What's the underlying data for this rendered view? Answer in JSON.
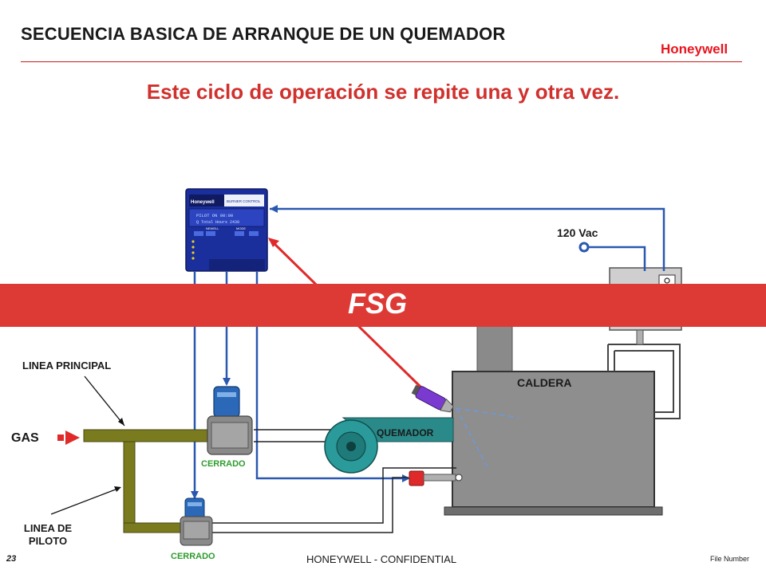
{
  "header": {
    "title": "SECUENCIA BASICA DE ARRANQUE DE UN QUEMADOR",
    "brand": "Honeywell"
  },
  "subtitle": "Este ciclo de operación se repite una y otra vez.",
  "controller": {
    "brand": "Honeywell",
    "panel_label": "BURNER CONTROL",
    "display_line1": "PILOT   ON   00:00",
    "display_line2": "Q Total Hours   2430",
    "button_left": "NEWELL",
    "button_right": "MODE"
  },
  "labels": {
    "supply": "120 Vac",
    "boiler": "CALDERA",
    "burner": "QUEMADOR",
    "main_line": "LINEA PRINCIPAL",
    "gas": "GAS",
    "pilot_line": "LINEA DE\nPILOTO",
    "main_valve_state": "CERRADO",
    "pilot_valve_state": "CERRADO"
  },
  "banner": {
    "text": "FSG"
  },
  "footer": {
    "slide_number": "23",
    "confidential": "HONEYWELL - CONFIDENTIAL",
    "file": "File Number"
  },
  "colors": {
    "accent_red": "#de3a35",
    "wire_blue": "#2a58b0",
    "gas_pipe": "#7a7a1e",
    "valve_label_green": "#2e9c2e",
    "controller_body": "#1a2e9c"
  },
  "icons": [
    "gas-arrow-icon",
    "flame-sensor-icon",
    "ignitor-icon",
    "blower-icon",
    "pressure-switch-icon"
  ]
}
